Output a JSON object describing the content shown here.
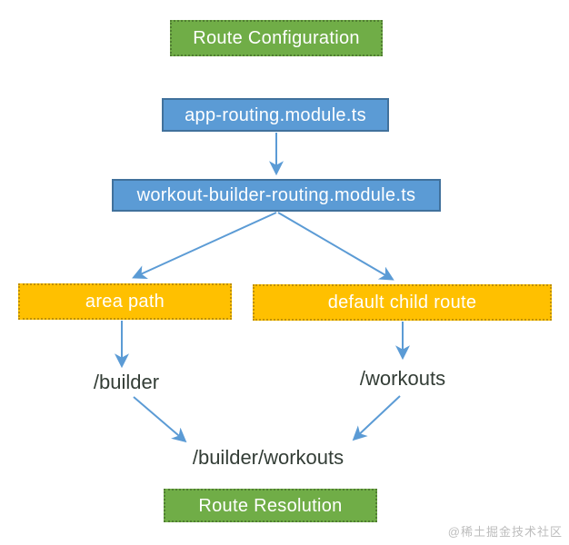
{
  "colors": {
    "green_fill": "#70AD47",
    "green_border": "#507E32",
    "blue_fill": "#5B9BD5",
    "blue_border": "#41719C",
    "orange_fill": "#FFC000",
    "orange_border": "#BF9000",
    "arrow": "#5B9BD5",
    "box_text": "#FFFFFF",
    "path_text": "#333D36",
    "watermark_text": "#BDBDBD",
    "background": "#FFFFFF"
  },
  "nodes": {
    "route_configuration": {
      "label": "Route Configuration",
      "style": "green"
    },
    "app_routing_module": {
      "label": "app-routing.module.ts",
      "style": "blue"
    },
    "workout_builder_routing_module": {
      "label": "workout-builder-routing.module.ts",
      "style": "blue"
    },
    "area_path": {
      "label": "area path",
      "style": "orange"
    },
    "default_child_route": {
      "label": "default child route",
      "style": "orange"
    },
    "builder_path": {
      "label": "/builder",
      "style": "plain-text"
    },
    "workouts_path": {
      "label": "/workouts",
      "style": "plain-text"
    },
    "builder_workouts_path": {
      "label": "/builder/workouts",
      "style": "plain-text"
    },
    "route_resolution": {
      "label": "Route Resolution",
      "style": "green"
    }
  },
  "edges": [
    {
      "from": "app_routing_module",
      "to": "workout_builder_routing_module"
    },
    {
      "from": "workout_builder_routing_module",
      "to": "area_path"
    },
    {
      "from": "workout_builder_routing_module",
      "to": "default_child_route"
    },
    {
      "from": "area_path",
      "to": "builder_path"
    },
    {
      "from": "default_child_route",
      "to": "workouts_path"
    },
    {
      "from": "builder_path",
      "to": "builder_workouts_path"
    },
    {
      "from": "workouts_path",
      "to": "builder_workouts_path"
    }
  ],
  "watermark": {
    "text": "@稀土掘金技术社区"
  }
}
